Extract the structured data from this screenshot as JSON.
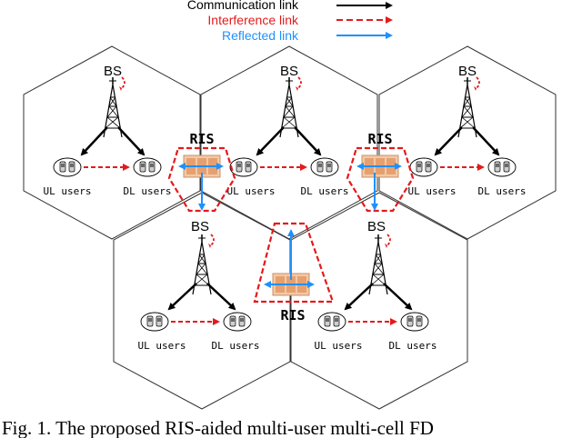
{
  "legend": {
    "communication": "Communication link",
    "interference": "Interference link",
    "reflected": "Reflected link"
  },
  "labels": {
    "bs": "BS",
    "ris": "RIS",
    "ul_users": "UL users",
    "dl_users": "DL users"
  },
  "caption": "Fig. 1.  The proposed RIS-aided multi-user multi-cell FD",
  "colors": {
    "communication": "#000000",
    "interference": "#e41a1c",
    "reflected": "#1e90ff",
    "ris_fill": "#f0c8a8",
    "ris_tile": "#e8a070"
  }
}
